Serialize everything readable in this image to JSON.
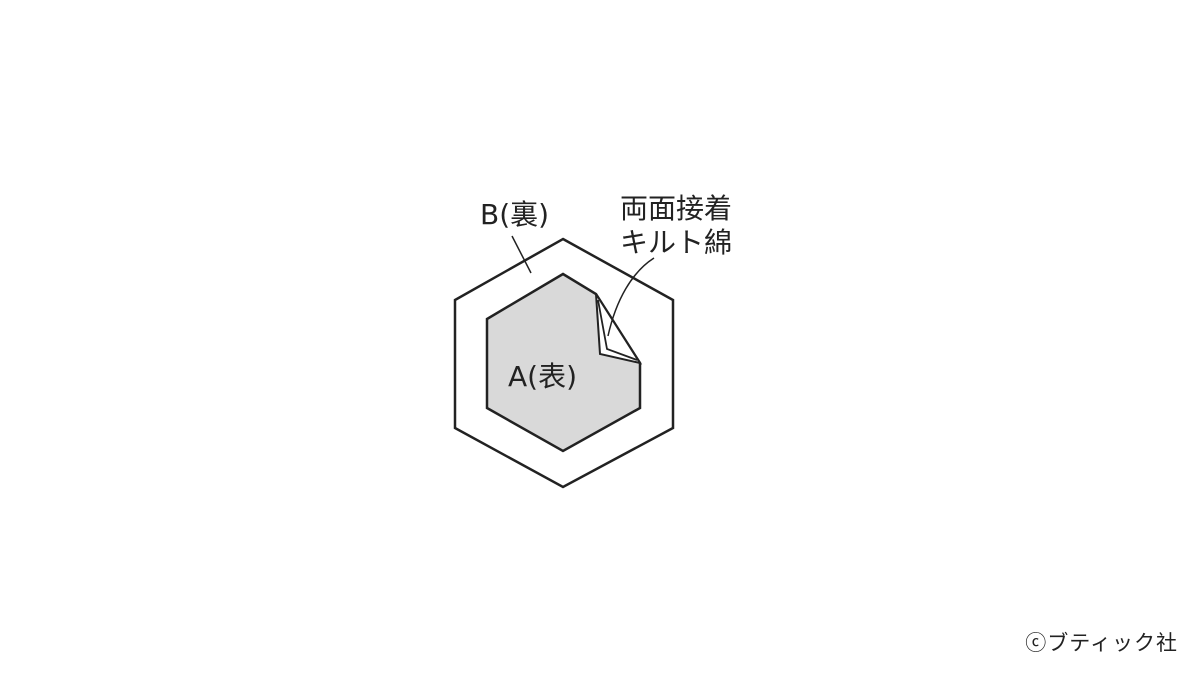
{
  "diagram": {
    "label_back": "B(裏)",
    "label_front": "A(表)",
    "label_batting_line1": "両面接着",
    "label_batting_line2": "キルト綿",
    "colors": {
      "stroke": "#222222",
      "front_fill": "#d9d9d9",
      "back_fill": "#ffffff"
    }
  },
  "footer": {
    "copyright": "ⓒブティック社"
  }
}
